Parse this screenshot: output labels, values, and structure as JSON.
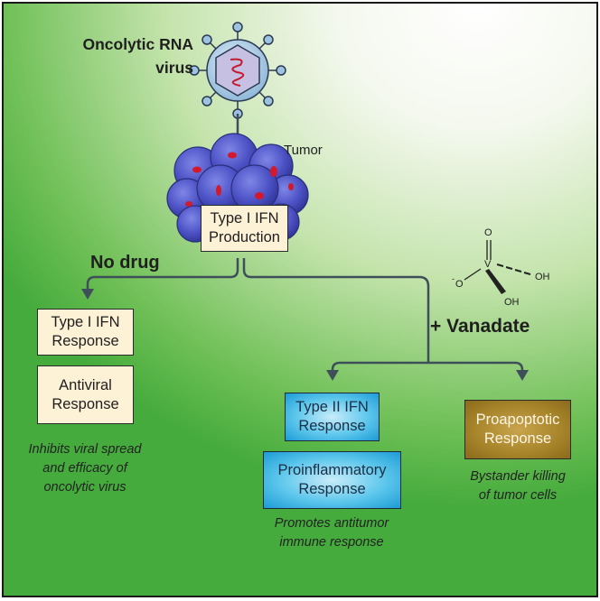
{
  "virus": {
    "title_line1": "Oncolytic RNA",
    "title_line2": "virus"
  },
  "tumor": {
    "label": "Tumor"
  },
  "production_box": {
    "line1": "Type I IFN",
    "line2": "Production"
  },
  "branches": {
    "no_drug": "No drug",
    "vanadate": "+ Vanadate"
  },
  "left_column": {
    "box1": {
      "line1": "Type I IFN",
      "line2": "Response"
    },
    "box2": {
      "line1": "Antiviral",
      "line2": "Response"
    },
    "note": {
      "line1": "Inhibits viral spread",
      "line2": "and efficacy of",
      "line3": "oncolytic virus"
    }
  },
  "middle_column": {
    "box1": {
      "line1": "Type II IFN",
      "line2": "Response"
    },
    "box2": {
      "line1": "Proinflammatory",
      "line2": "Response"
    },
    "note": {
      "line1": "Promotes antitumor",
      "line2": "immune response"
    }
  },
  "right_column": {
    "box1": {
      "line1": "Proapoptotic",
      "line2": "Response"
    },
    "note": {
      "line1": "Bystander killing",
      "line2": "of tumor cells"
    }
  },
  "vanadate_structure": {
    "o_top": "O",
    "v": "V",
    "o_minus": "O",
    "minus": "-",
    "oh_right": "OH",
    "oh_bottom": "OH"
  },
  "colors": {
    "arrow": "#3f4f5a",
    "cream_box": "#fdf1d6",
    "blue_box": "#1c9bd6",
    "gold_box": "#a6842a",
    "background": "#45ab3c"
  }
}
